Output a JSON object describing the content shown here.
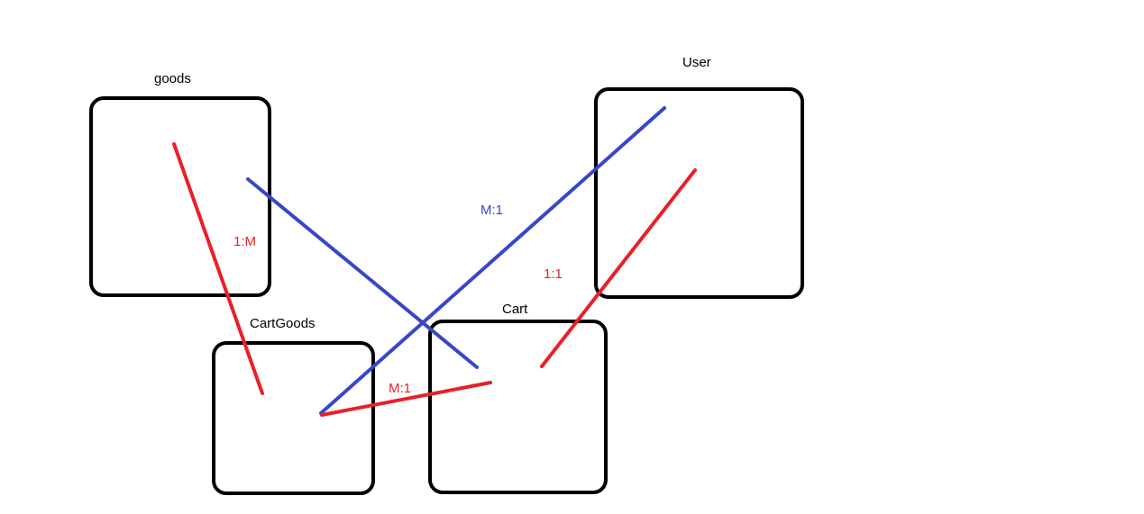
{
  "entities": {
    "goods": {
      "label": "goods"
    },
    "user": {
      "label": "User"
    },
    "cartgoods": {
      "label": "CartGoods"
    },
    "cart": {
      "label": "Cart"
    }
  },
  "relations": {
    "goods_cartgoods": {
      "label": "1:M",
      "color": "#e8202a"
    },
    "goods_cart": {
      "color": "#3a45c8"
    },
    "user_cartgoods": {
      "label": "M:1",
      "color": "#3a45c8"
    },
    "user_cart": {
      "label": "1:1",
      "color": "#e8202a"
    },
    "cartgoods_cart": {
      "label": "M:1",
      "color": "#e8202a"
    }
  },
  "colors": {
    "box_stroke": "#000000",
    "red": "#e8202a",
    "blue": "#3a45c8"
  }
}
